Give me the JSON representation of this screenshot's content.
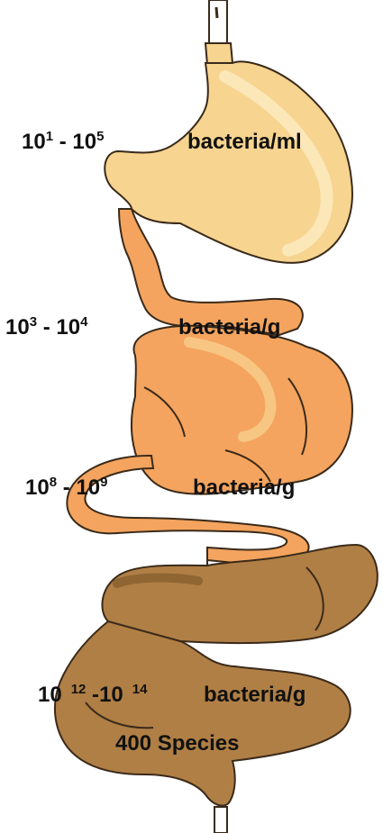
{
  "regions": [
    {
      "id": "stomach",
      "range": {
        "base1": "10",
        "exp1": "1",
        "sep": " - ",
        "base2": "10",
        "exp2": "5"
      },
      "unit": "bacteria/ml",
      "color": "#F7D48F"
    },
    {
      "id": "small-intestine-upper",
      "range": {
        "base1": "10",
        "exp1": "3",
        "sep": " - ",
        "base2": "10",
        "exp2": "4"
      },
      "unit": "bacteria/g",
      "color": "#F4A45E"
    },
    {
      "id": "small-intestine-lower",
      "range": {
        "base1": "10",
        "exp1": "8",
        "sep": " - ",
        "base2": "10",
        "exp2": "9"
      },
      "unit": "bacteria/g",
      "color": "#F4A45E"
    },
    {
      "id": "colon",
      "range": {
        "base1": "10",
        "exp1": "12",
        "sep": " -",
        "base2": "10",
        "exp2": "14"
      },
      "unit": "bacteria/g",
      "note": "400 Species",
      "color": "#B07F45"
    }
  ],
  "colors": {
    "esophagus": "#F7D48F",
    "stomach": "#F7D48F",
    "stomach_highlight": "#FBE7B8",
    "small_intestine": "#F4A45E",
    "small_intestine_highlight": "#F8C683",
    "colon": "#B07F45",
    "colon_dark": "#8F6532",
    "outline": "#3A2A1A"
  }
}
